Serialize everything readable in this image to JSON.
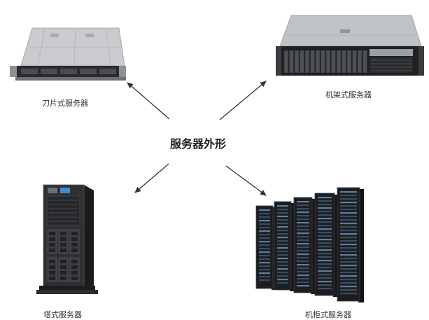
{
  "center_title": "服务器外形",
  "nodes": [
    {
      "label": "刀片式服务器",
      "icon": "blade-server-icon"
    },
    {
      "label": "机架式服务器",
      "icon": "rack-server-icon"
    },
    {
      "label": "塔式服务器",
      "icon": "tower-server-icon"
    },
    {
      "label": "机柜式服务器",
      "icon": "cabinet-server-icon"
    }
  ],
  "colors": {
    "arrow": "#333333",
    "server_dark": "#1c1c1e",
    "server_silver": "#b9bcc0"
  }
}
